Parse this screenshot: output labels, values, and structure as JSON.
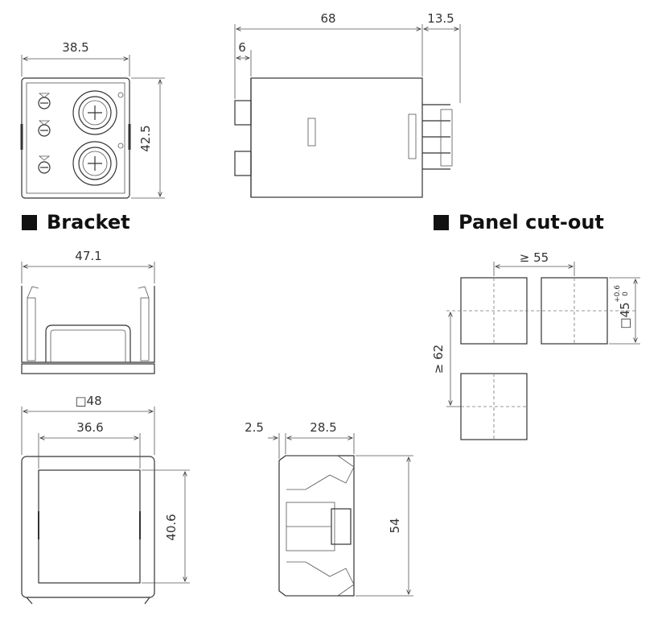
{
  "headings": {
    "bracket": "Bracket",
    "panel_cutout": "Panel cut-out"
  },
  "dimensions": {
    "front_width": "38.5",
    "front_height": "42.5",
    "side_length": "68",
    "side_pins": "13.5",
    "side_front": "6",
    "bracket_width": "47.1",
    "frame_outer": "□48",
    "frame_inner": "36.6",
    "frame_height": "40.6",
    "bracket_depth_a": "2.5",
    "bracket_depth_b": "28.5",
    "bracket_height": "54",
    "cutout_spacing_h": "≥ 55",
    "cutout_spacing_v": "≥ 62",
    "cutout_size": "□45",
    "cutout_tol_plus": "+0.6",
    "cutout_tol_zero": "0"
  },
  "colors": {
    "line": "#333333",
    "text": "#111111"
  }
}
